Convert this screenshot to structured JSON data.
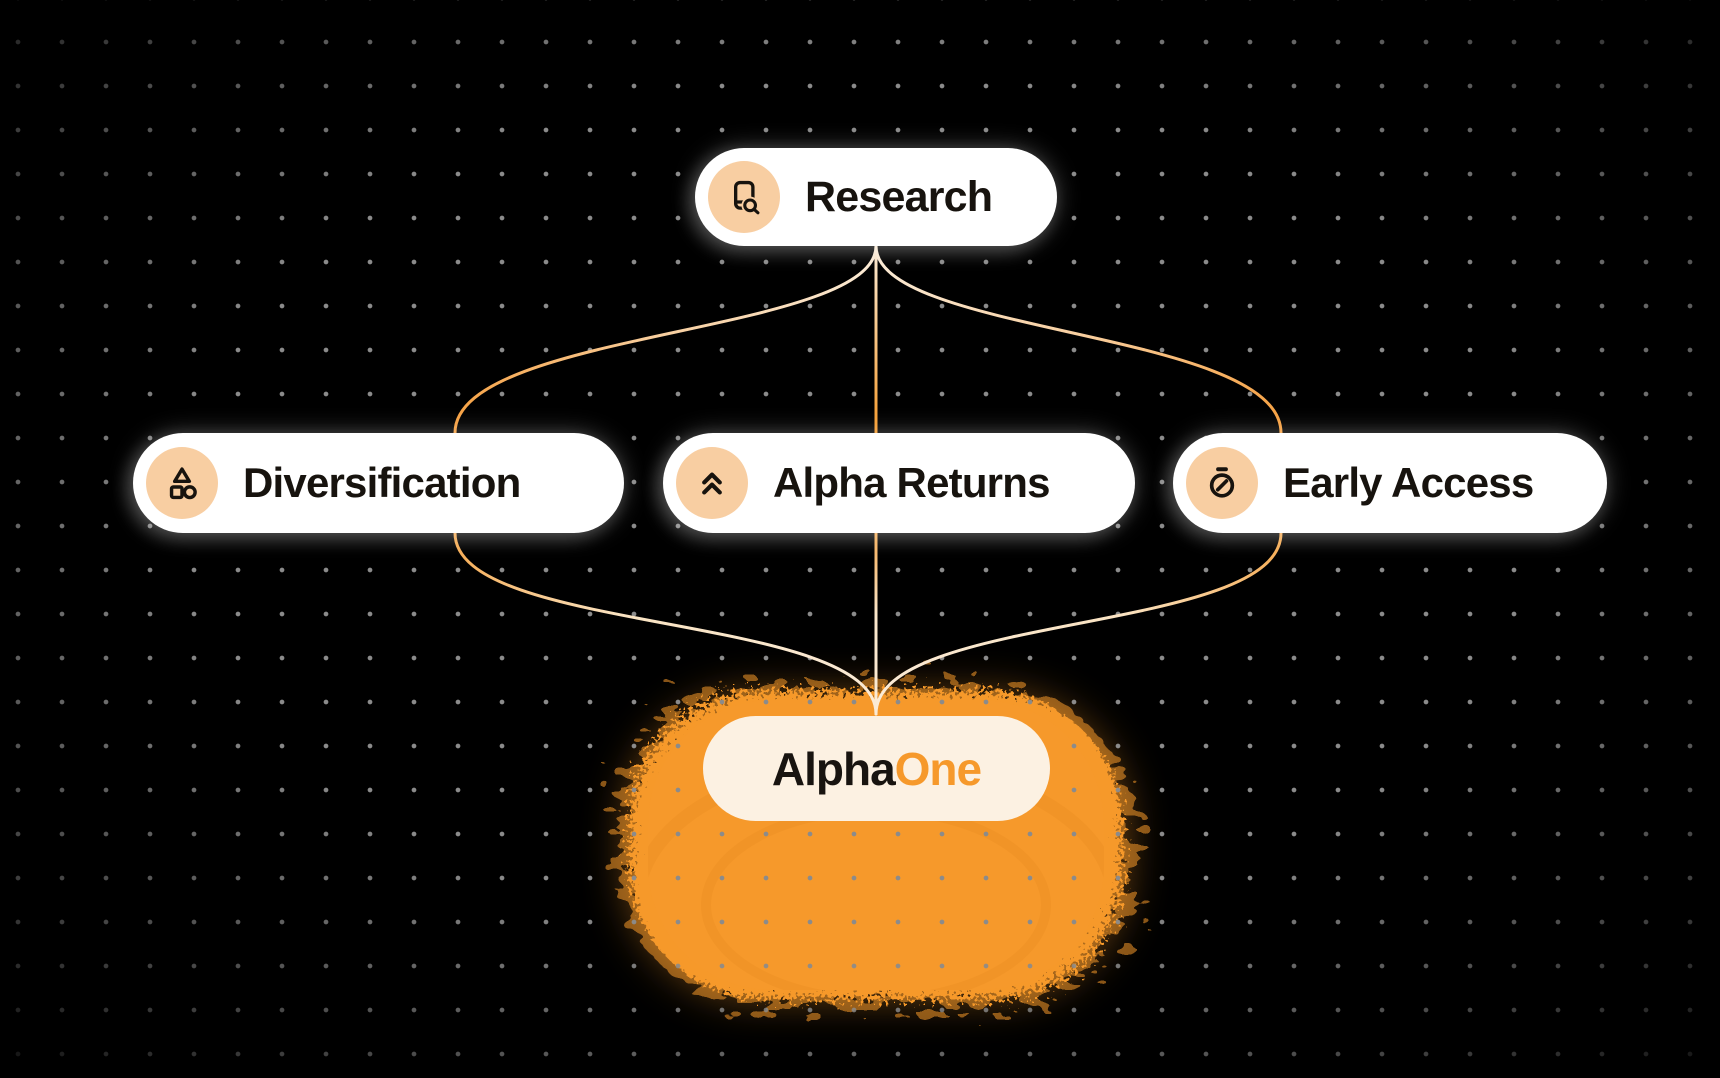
{
  "diagram_title": "AlphaOne value diagram",
  "background": {
    "color": "#000000",
    "dot_color": "#8B8B8B"
  },
  "palette": {
    "accent_orange": "#F6992B",
    "icon_circle_peach": "#F8CEA2",
    "alphaone_pill_cream": "#FCF1E2",
    "pill_white": "#FFFFFF",
    "ink_text": "#17130E",
    "line_cream": "#FBEBD6",
    "line_orange": "#F6A041"
  },
  "nodes": {
    "research": {
      "label": "Research",
      "icon": "document-search-icon"
    },
    "diversification": {
      "label": "Diversification",
      "icon": "shapes-icon"
    },
    "alpha_returns": {
      "label": "Alpha Returns",
      "icon": "double-chevron-up-icon"
    },
    "early_access": {
      "label": "Early Access",
      "icon": "stopwatch-icon"
    },
    "alphaone": {
      "label_primary": "Alpha",
      "label_accent": "One"
    }
  },
  "edges": [
    {
      "from": "research",
      "to": "diversification"
    },
    {
      "from": "research",
      "to": "alpha_returns"
    },
    {
      "from": "research",
      "to": "early_access"
    },
    {
      "from": "diversification",
      "to": "alphaone"
    },
    {
      "from": "alpha_returns",
      "to": "alphaone"
    },
    {
      "from": "early_access",
      "to": "alphaone"
    }
  ]
}
